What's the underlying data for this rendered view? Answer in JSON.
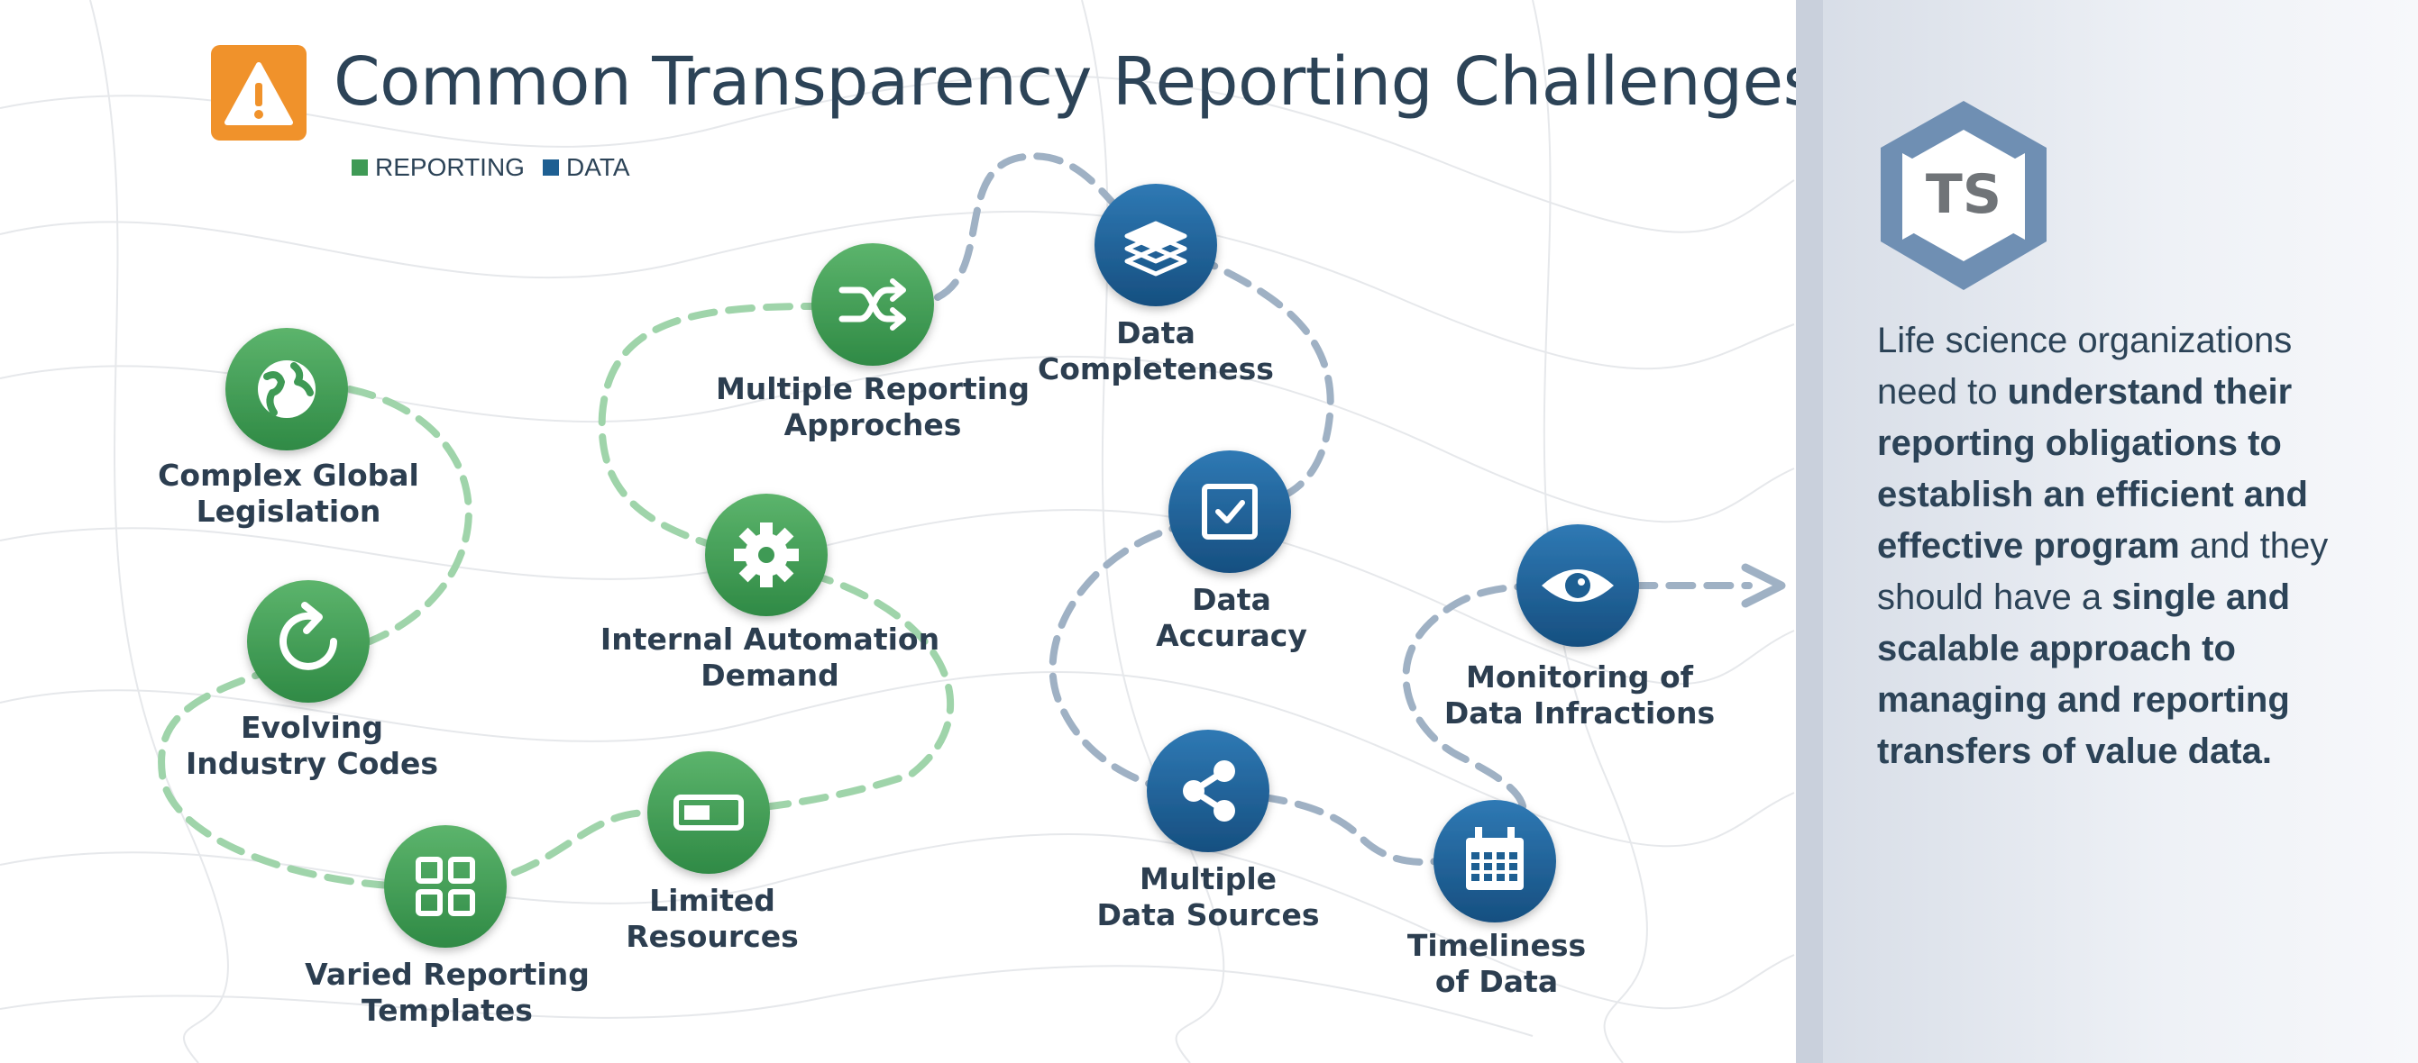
{
  "title": "Common Transparency Reporting Challenges",
  "legend": [
    {
      "label": "REPORTING",
      "color": "#3f9a55"
    },
    {
      "label": "DATA",
      "color": "#1e5f92"
    }
  ],
  "colors": {
    "reporting": "#3f9a55",
    "data": "#1e5f92",
    "reporting_path": "#9fd4aa",
    "data_path": "#9fb1c4",
    "warning": "#f0922b",
    "title_text": "#2c4357"
  },
  "nodes": [
    {
      "id": "globe",
      "category": "reporting",
      "icon": "globe-icon",
      "label": "Complex Global\nLegislation"
    },
    {
      "id": "cycle",
      "category": "reporting",
      "icon": "refresh-icon",
      "label": "Evolving\nIndustry Codes"
    },
    {
      "id": "grid",
      "category": "reporting",
      "icon": "grid-icon",
      "label": "Varied Reporting\nTemplates"
    },
    {
      "id": "battery",
      "category": "reporting",
      "icon": "battery-icon",
      "label": "Limited\nResources"
    },
    {
      "id": "gear",
      "category": "reporting",
      "icon": "gear-icon",
      "label": "Internal Automation\nDemand"
    },
    {
      "id": "shuffle",
      "category": "reporting",
      "icon": "shuffle-icon",
      "label": "Multiple Reporting\nApproches"
    },
    {
      "id": "layers",
      "category": "data",
      "icon": "layers-icon",
      "label": "Data\nCompleteness"
    },
    {
      "id": "check",
      "category": "data",
      "icon": "checkbox-icon",
      "label": "Data\nAccuracy"
    },
    {
      "id": "share",
      "category": "data",
      "icon": "share-icon",
      "label": "Multiple\nData Sources"
    },
    {
      "id": "calendar",
      "category": "data",
      "icon": "calendar-icon",
      "label": "Timeliness\nof Data"
    },
    {
      "id": "eye",
      "category": "data",
      "icon": "eye-icon",
      "label": "Monitoring of\nData Infractions"
    }
  ],
  "panel": {
    "logo_text": "TS",
    "text_parts": [
      {
        "text": "Life science organizations need to ",
        "bold": false
      },
      {
        "text": "understand their reporting obligations to establish an efficient and effective program",
        "bold": true
      },
      {
        "text": " and they should have a ",
        "bold": false
      },
      {
        "text": "single and scalable approach to managing and reporting transfers of value data.",
        "bold": true
      }
    ]
  }
}
